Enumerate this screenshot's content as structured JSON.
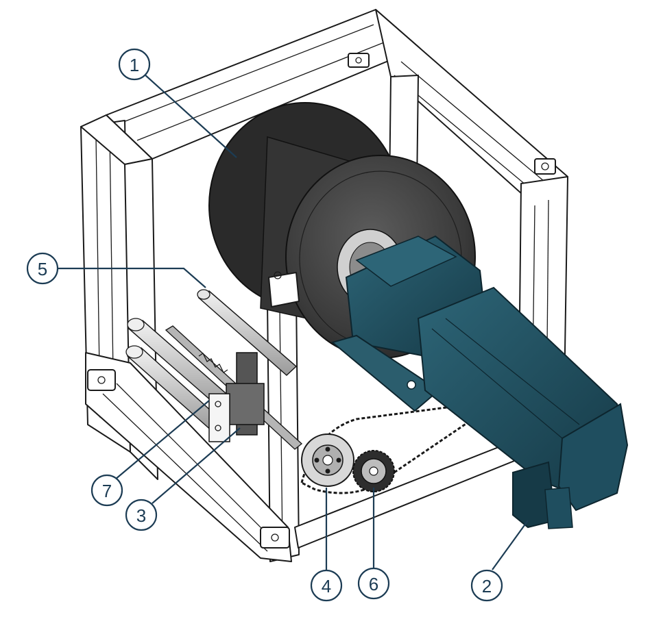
{
  "colors": {
    "line": "#1a1a1a",
    "drum": "#3c3c3c",
    "drum_dark": "#262626",
    "drum_light": "#5a5a5a",
    "motor": "#1f4e5f",
    "motor_dark": "#163a47",
    "motor_light": "#2d6577",
    "steel": "#c9c9c9",
    "callout": "#1c3c54"
  },
  "callouts": [
    {
      "id": "1",
      "label": "1"
    },
    {
      "id": "2",
      "label": "2"
    },
    {
      "id": "3",
      "label": "3"
    },
    {
      "id": "4",
      "label": "4"
    },
    {
      "id": "5",
      "label": "5"
    },
    {
      "id": "6",
      "label": "6"
    },
    {
      "id": "7",
      "label": "7"
    }
  ],
  "icons": [
    "cable-drum-icon",
    "gearmotor-icon",
    "chain-sprocket-icon",
    "guide-roller-icon"
  ]
}
